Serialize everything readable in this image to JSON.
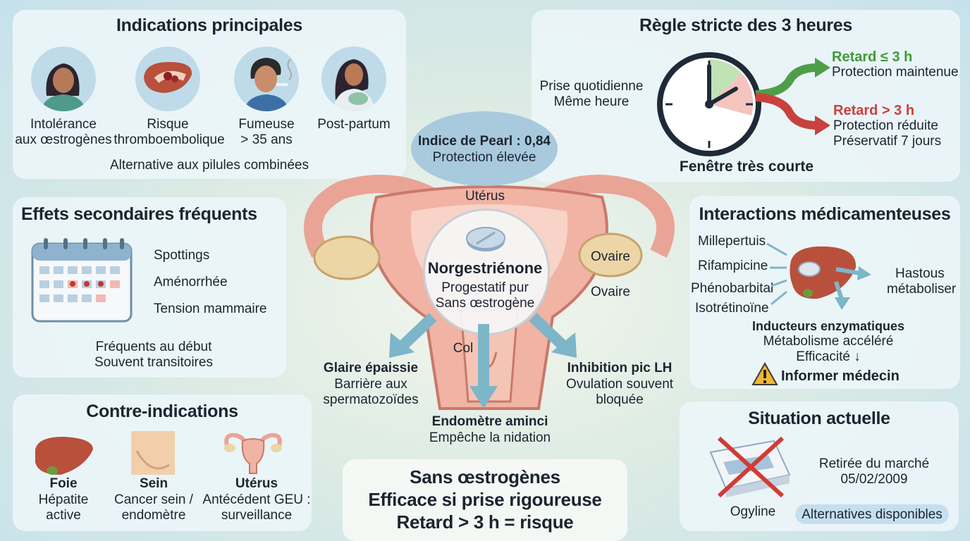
{
  "indications": {
    "title": "Indications principales",
    "items": [
      {
        "line1": "Intolérance",
        "line2": "aux œstrogènes"
      },
      {
        "line1": "Risque",
        "line2": "thromboembolique"
      },
      {
        "line1": "Fumeuse",
        "line2": "> 35 ans"
      },
      {
        "line1": "Post-partum",
        "line2": ""
      }
    ],
    "footer": "Alternative aux pilules combinées"
  },
  "rule": {
    "title": "Règle stricte des 3 heures",
    "left1": "Prise quotidienne",
    "left2": "Même heure",
    "ok_title": "Retard ≤ 3 h",
    "ok_text": "Protection maintenue",
    "late_title": "Retard > 3 h",
    "late_text1": "Protection réduite",
    "late_text2": "Préservatif 7 jours",
    "footer": "Fenêtre très courte"
  },
  "pearl": {
    "line1": "Indice de Pearl : 0,84",
    "line2": "Protection élevée"
  },
  "center": {
    "uterus": "Utérus",
    "ovary_right": "Ovaire",
    "ovary_label": "Ovaire",
    "col": "Col",
    "drug": "Norgestriénone",
    "sub1": "Progestatif pur",
    "sub2": "Sans œstrogène",
    "left_mech_title": "Glaire épaissie",
    "left_mech_1": "Barrière aux",
    "left_mech_2": "spermatozoïdes",
    "right_mech_title": "Inhibition pic LH",
    "right_mech_1": "Ovulation souvent",
    "right_mech_2": "bloquée",
    "bottom_mech_title": "Endomètre aminci",
    "bottom_mech_1": "Empêche la nidation"
  },
  "side_effects": {
    "title": "Effets secondaires fréquents",
    "items": [
      "Spottings",
      "Aménorrhée",
      "Tension mammaire"
    ],
    "footer1": "Fréquents au début",
    "footer2": "Souvent transitoires"
  },
  "interactions": {
    "title": "Interactions médicamenteuses",
    "drugs": [
      "Millepertuis",
      "Rifampicine",
      "Phénobarbital",
      "Isotrétinoïne"
    ],
    "right1": "Hastous",
    "right2": "métaboliser",
    "inducers": "Inducteurs enzymatiques",
    "line1": "Métabolisme accéléré",
    "line2": "Efficacité ↓",
    "warning": "Informer médecin"
  },
  "contra": {
    "title": "Contre-indications",
    "items": [
      {
        "title": "Foie",
        "line1": "Hépatite",
        "line2": "active"
      },
      {
        "title": "Sein",
        "line1": "Cancer sein /",
        "line2": "endomètre"
      },
      {
        "title": "Utérus",
        "line1": "Antécédent GEU :",
        "line2": "surveillance"
      }
    ]
  },
  "summary": {
    "line1": "Sans œstrogènes",
    "line2": "Efficace si prise rigoureuse",
    "line3": "Retard > 3 h = risque"
  },
  "status": {
    "title": "Situation actuelle",
    "line1": "Retirée du marché",
    "line2": "05/02/2009",
    "product": "Ogyline",
    "alt": "Alternatives disponibles"
  },
  "colors": {
    "green": "#3f9a3a",
    "red": "#c9413c",
    "uterus": "#e9a496",
    "arrow": "#7db5c9"
  }
}
